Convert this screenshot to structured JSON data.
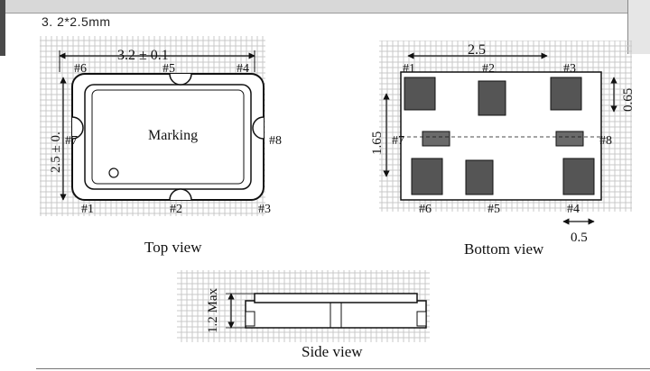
{
  "caption": "3. 2*2.5mm",
  "dims": {
    "top_width": "3.2 ± 0.1",
    "top_height": "2.5 ± 0.",
    "bottom_width": "2.5",
    "pad_height": "0.65",
    "pad_pitch": "1.65",
    "pad_width": "0.5",
    "side_height": "1.2 Max"
  },
  "top_view": {
    "title": "Top view",
    "marking": "Marking",
    "pins": {
      "p1": "#1",
      "p2": "#2",
      "p3": "#3",
      "p4": "#4",
      "p5": "#5",
      "p6": "#6",
      "p7": "#7",
      "p8": "#8"
    }
  },
  "bottom_view": {
    "title": "Bottom view",
    "pins": {
      "p1": "#1",
      "p2": "#2",
      "p3": "#3",
      "p4": "#4",
      "p5": "#5",
      "p6": "#6",
      "p7": "#7",
      "p8": "#8"
    }
  },
  "side_view": {
    "title": "Side view"
  },
  "colors": {
    "line": "#111111",
    "pad": "#555555",
    "hatch": "#9a9a9a"
  }
}
